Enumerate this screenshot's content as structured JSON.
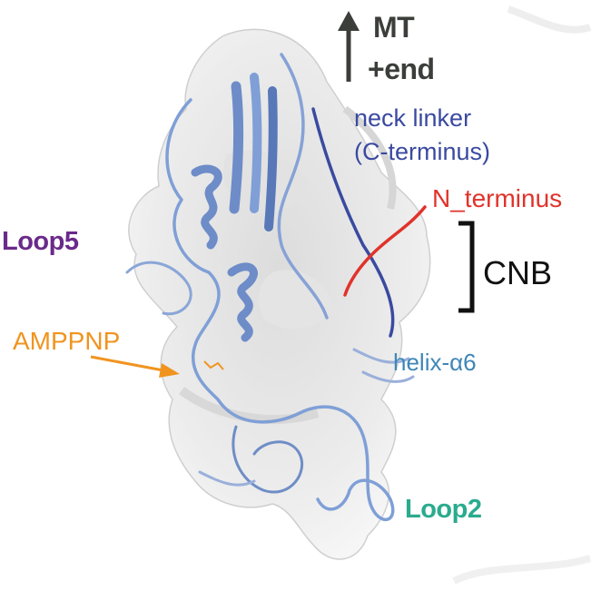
{
  "figure": {
    "direction": {
      "line1": "MT",
      "line2": "+end",
      "arrow_icon": "up-arrow-icon",
      "color": "#3c3e3a"
    },
    "labels": {
      "neck_linker_line1": "neck linker",
      "neck_linker_line2": "(C-terminus)",
      "n_terminus": "N_terminus",
      "cnb": "CNB",
      "loop5": "Loop5",
      "amppnp": "AMPPNP",
      "helix_a6": "helix-α6",
      "loop2": "Loop2"
    },
    "colors": {
      "neck_linker": "#3a4aa0",
      "n_terminus": "#e0332b",
      "cnb": "#111111",
      "loop5": "#6a2a8a",
      "amppnp": "#f0941f",
      "helix_a6": "#3f86b8",
      "loop2": "#2aab8e",
      "ribbon": "#7f9fd6",
      "ribbon_dark": "#5878b8",
      "density": "#f2f2f2"
    }
  }
}
